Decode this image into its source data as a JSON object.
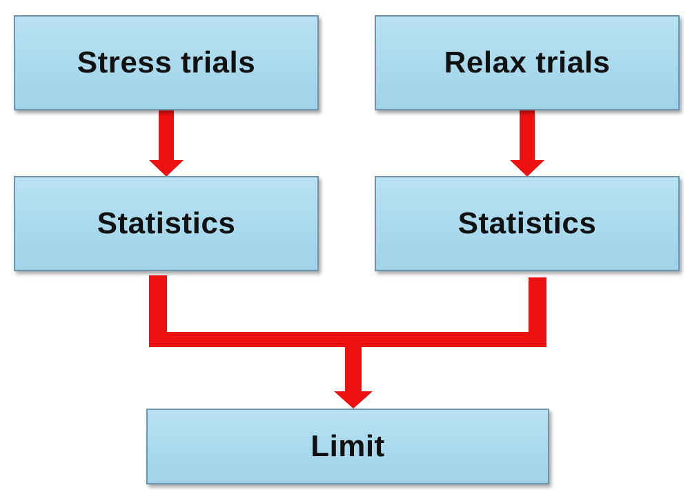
{
  "diagram": {
    "nodes": {
      "stress_trials": "Stress trials",
      "relax_trials": "Relax trials",
      "statistics_left": "Statistics",
      "statistics_right": "Statistics",
      "limit": "Limit"
    },
    "edges": [
      {
        "from": "stress_trials",
        "to": "statistics_left"
      },
      {
        "from": "relax_trials",
        "to": "statistics_right"
      },
      {
        "from": "statistics_left",
        "to": "limit"
      },
      {
        "from": "statistics_right",
        "to": "limit"
      }
    ],
    "colors": {
      "box_fill": "#a9d9ed",
      "box_border": "#6d93ad",
      "arrow": "#ee1111",
      "text": "#111111"
    }
  }
}
